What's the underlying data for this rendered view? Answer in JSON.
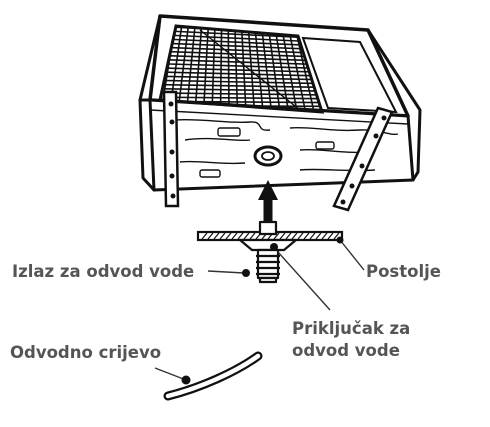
{
  "labels": {
    "drain_outlet": "Izlaz za odvod vode",
    "base": "Postolje",
    "drain_connector_line1": "Priključak za",
    "drain_connector_line2": "odvod vode",
    "drain_hose": "Odvodno crijevo"
  },
  "colors": {
    "line": "#111111",
    "label_text": "#555555",
    "leader": "#333333",
    "background": "#ffffff"
  }
}
